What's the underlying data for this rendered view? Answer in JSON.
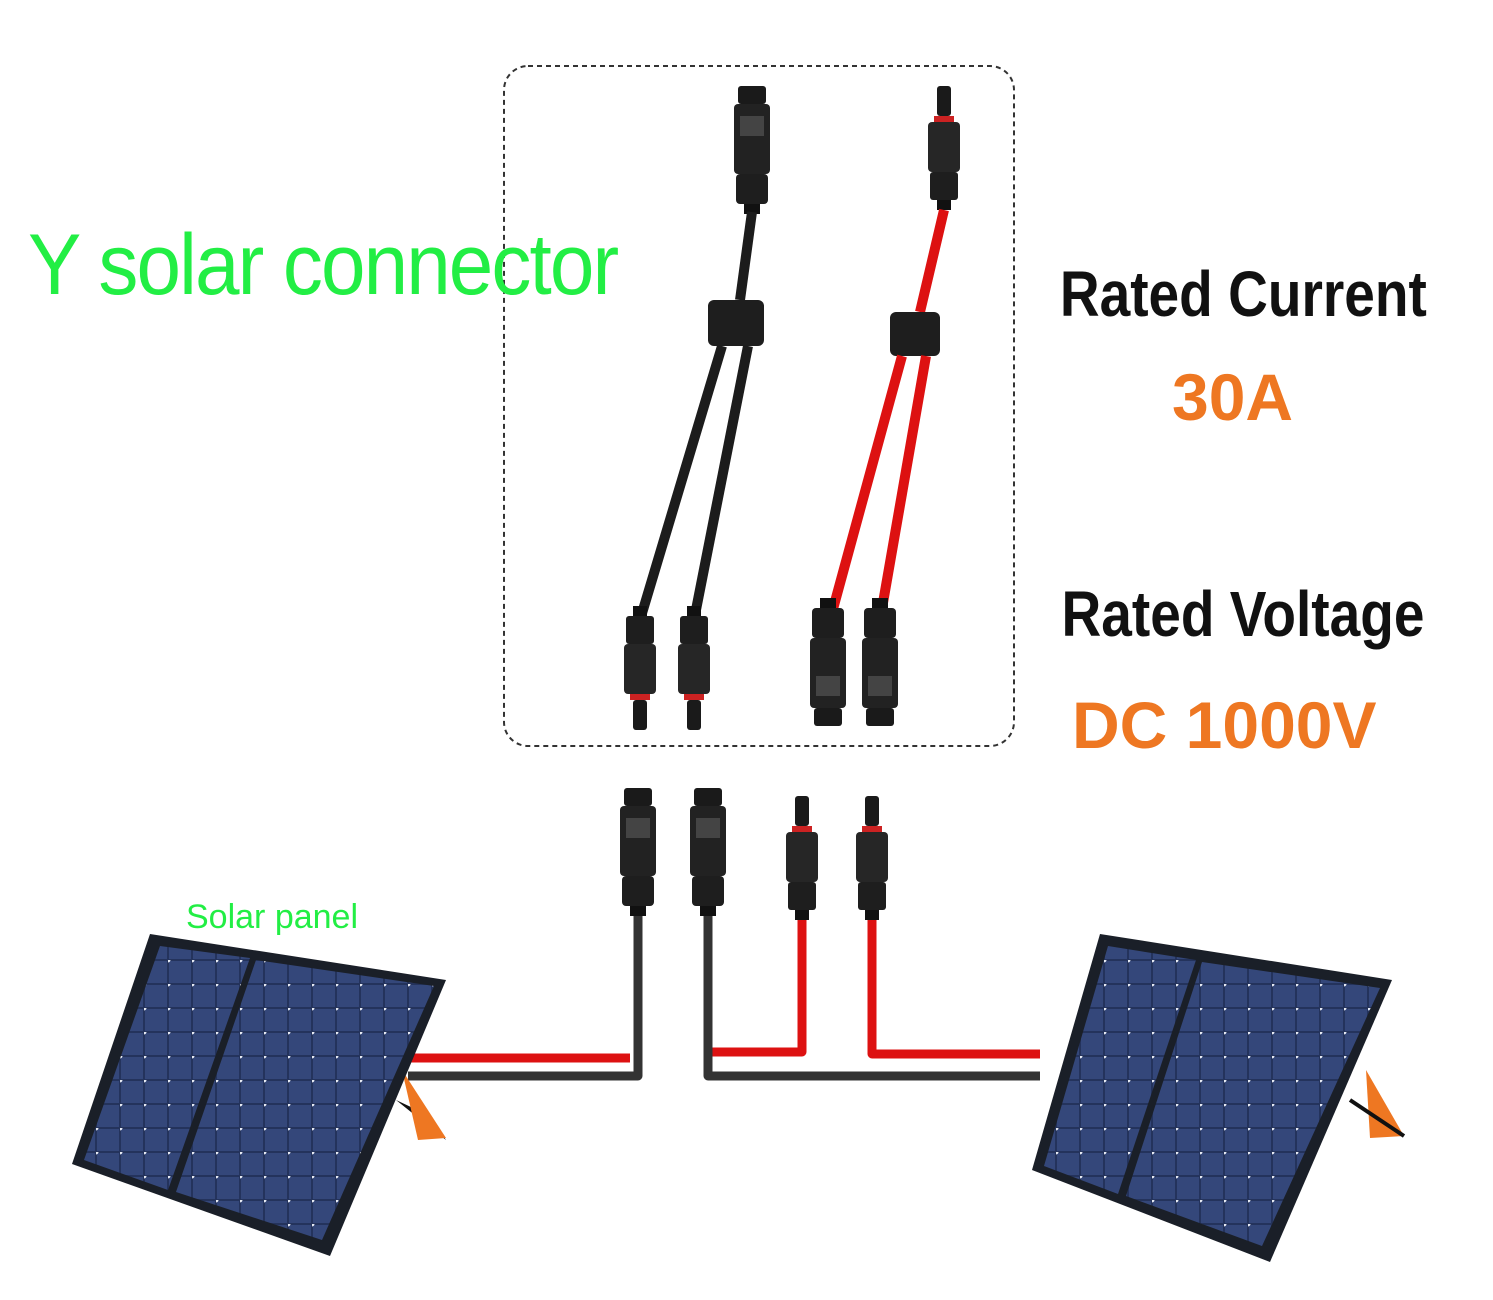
{
  "title": "Y solar connector",
  "specs": {
    "current_label": "Rated Current",
    "current_value": "30A",
    "voltage_label": "Rated Voltage",
    "voltage_value": "DC 1000V"
  },
  "panel_label": "Solar panel",
  "colors": {
    "title": "#22ee44",
    "value": "#ee7722",
    "cable_red": "#dd1111",
    "cable_black": "#1c1c1c",
    "panel_cell": "#2a3b6a"
  },
  "icons": [
    "y-branch-connector-icon",
    "mc4-connector-icon",
    "solar-panel-icon"
  ]
}
